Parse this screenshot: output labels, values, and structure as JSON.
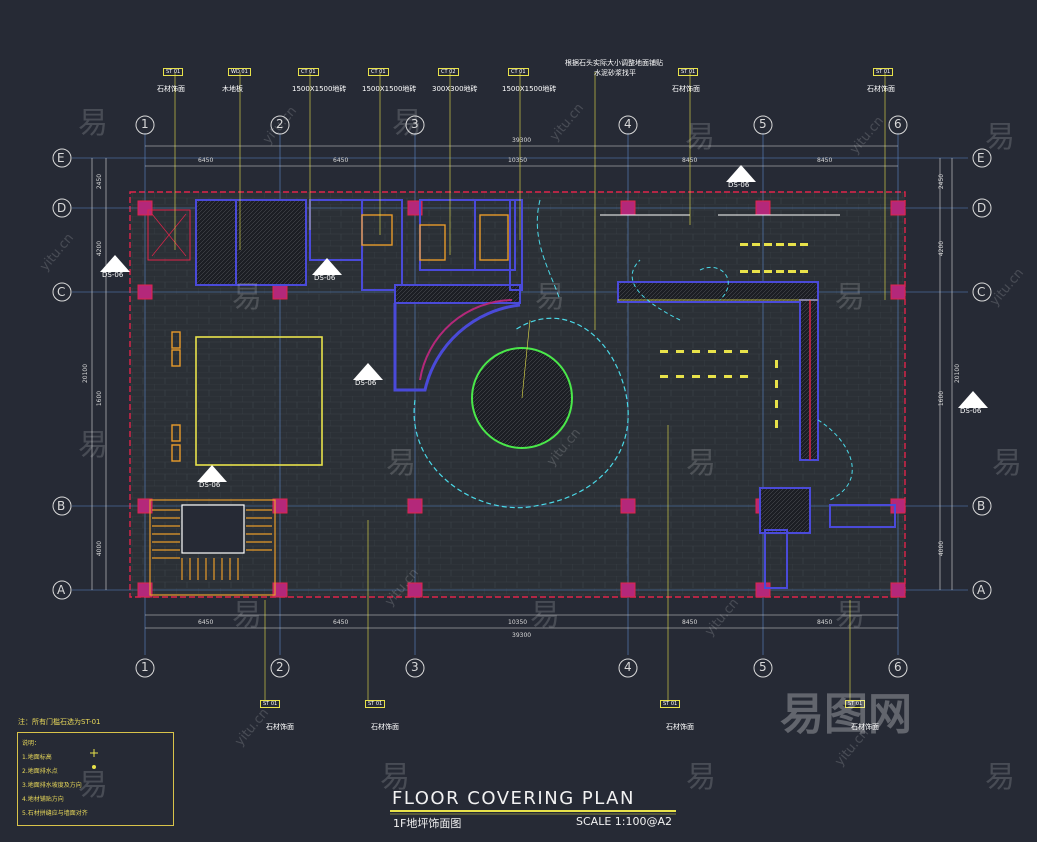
{
  "drawing": {
    "title": "FLOOR COVERING PLAN",
    "subtitle": "1F地坪饰面图",
    "scale": "SCALE  1:100@A2",
    "note": "注：所有门槛石选为ST-01",
    "top_note_1": "根据石头实际大小调整地面铺贴",
    "top_note_2": "水泥砂浆找平"
  },
  "grid_axes": {
    "columns": [
      "1",
      "2",
      "3",
      "4",
      "5",
      "6"
    ],
    "rows": [
      "E",
      "D",
      "C",
      "B",
      "A"
    ],
    "top_dims": [
      "6450",
      "6450",
      "10350",
      "8450",
      "8450"
    ],
    "total_dim": "39300",
    "left_dims": [
      "2450",
      "4200",
      "1600",
      "4000"
    ],
    "left_total": "20100"
  },
  "material_tags": {
    "top": [
      {
        "code": "ST 01",
        "desc": "石材饰面"
      },
      {
        "code": "WD 01",
        "desc": "木地板"
      },
      {
        "code": "CT 01",
        "desc": "1500X1500地砖"
      },
      {
        "code": "CT 01",
        "desc": "1500X1500地砖"
      },
      {
        "code": "CT 02",
        "desc": "300X300地砖"
      },
      {
        "code": "CT 01",
        "desc": "1500X1500地砖"
      },
      {
        "code": "ST 01",
        "desc": "石材饰面"
      },
      {
        "code": "ST 01",
        "desc": "石材饰面"
      }
    ],
    "bottom": [
      {
        "code": "ST 01",
        "desc": "石材饰面"
      },
      {
        "code": "ST 01",
        "desc": "石材饰面"
      },
      {
        "code": "ST 01",
        "desc": "石材饰面"
      },
      {
        "code": "ST 01",
        "desc": "石材饰面"
      }
    ]
  },
  "section_marks": [
    "DS-06",
    "DS-06",
    "DS-06",
    "DS-06",
    "DS-06",
    "DS-06"
  ],
  "legend": {
    "heading": "说明：",
    "items": [
      "1.地面标高",
      "2.地面排水点",
      "3.地面排水坡度及方向",
      "4.地材铺贴方向",
      "5.石材拼缝应与墙面对齐"
    ]
  },
  "watermark": {
    "logo": "易图网",
    "site": "yitu.cn",
    "char": "易"
  },
  "colors": {
    "background": "#262a35",
    "grid_line": "#5b86c9",
    "axis_bubble": "#d9d9d9",
    "wall_red": "#e0244a",
    "wall_blue": "#4a4ad9",
    "column_magenta": "#b4287a",
    "yellow": "#e8e24a",
    "cyan": "#4ad9e8",
    "green": "#4ae84a",
    "orange": "#e89b2a"
  }
}
